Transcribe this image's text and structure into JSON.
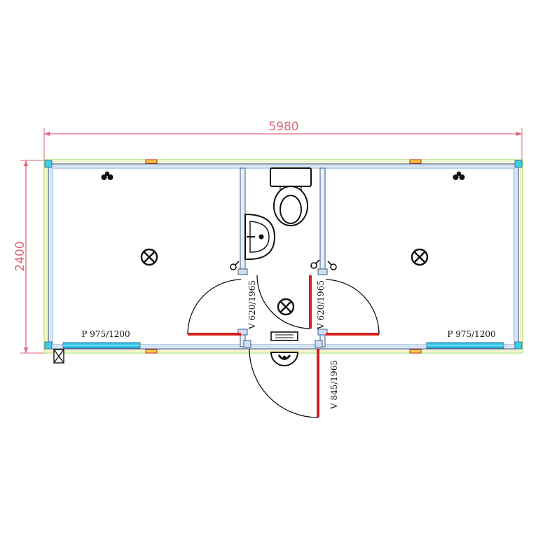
{
  "dimensions": {
    "width_label": "5980",
    "height_label": "2400"
  },
  "labels": {
    "window_left": "P 975/1200",
    "window_right": "P 975/1200",
    "door_left": "V 620/1965",
    "door_right": "V 620/1965",
    "door_entry": "V 845/1965"
  },
  "colors": {
    "dimension": "#e0637d",
    "wall": "#8fb0d8",
    "wall_dark": "#3d5a80",
    "door_leaf": "#d61f1f",
    "window_glass": "#27c6e8",
    "outer_line": "#a8e06a",
    "fixture": "#111111"
  },
  "icons": [
    "light-fixture-icon",
    "socket-icon",
    "sink-icon",
    "toilet-icon",
    "floor-drain-icon",
    "electric-panel-icon",
    "heater-icon",
    "switch-icon"
  ]
}
